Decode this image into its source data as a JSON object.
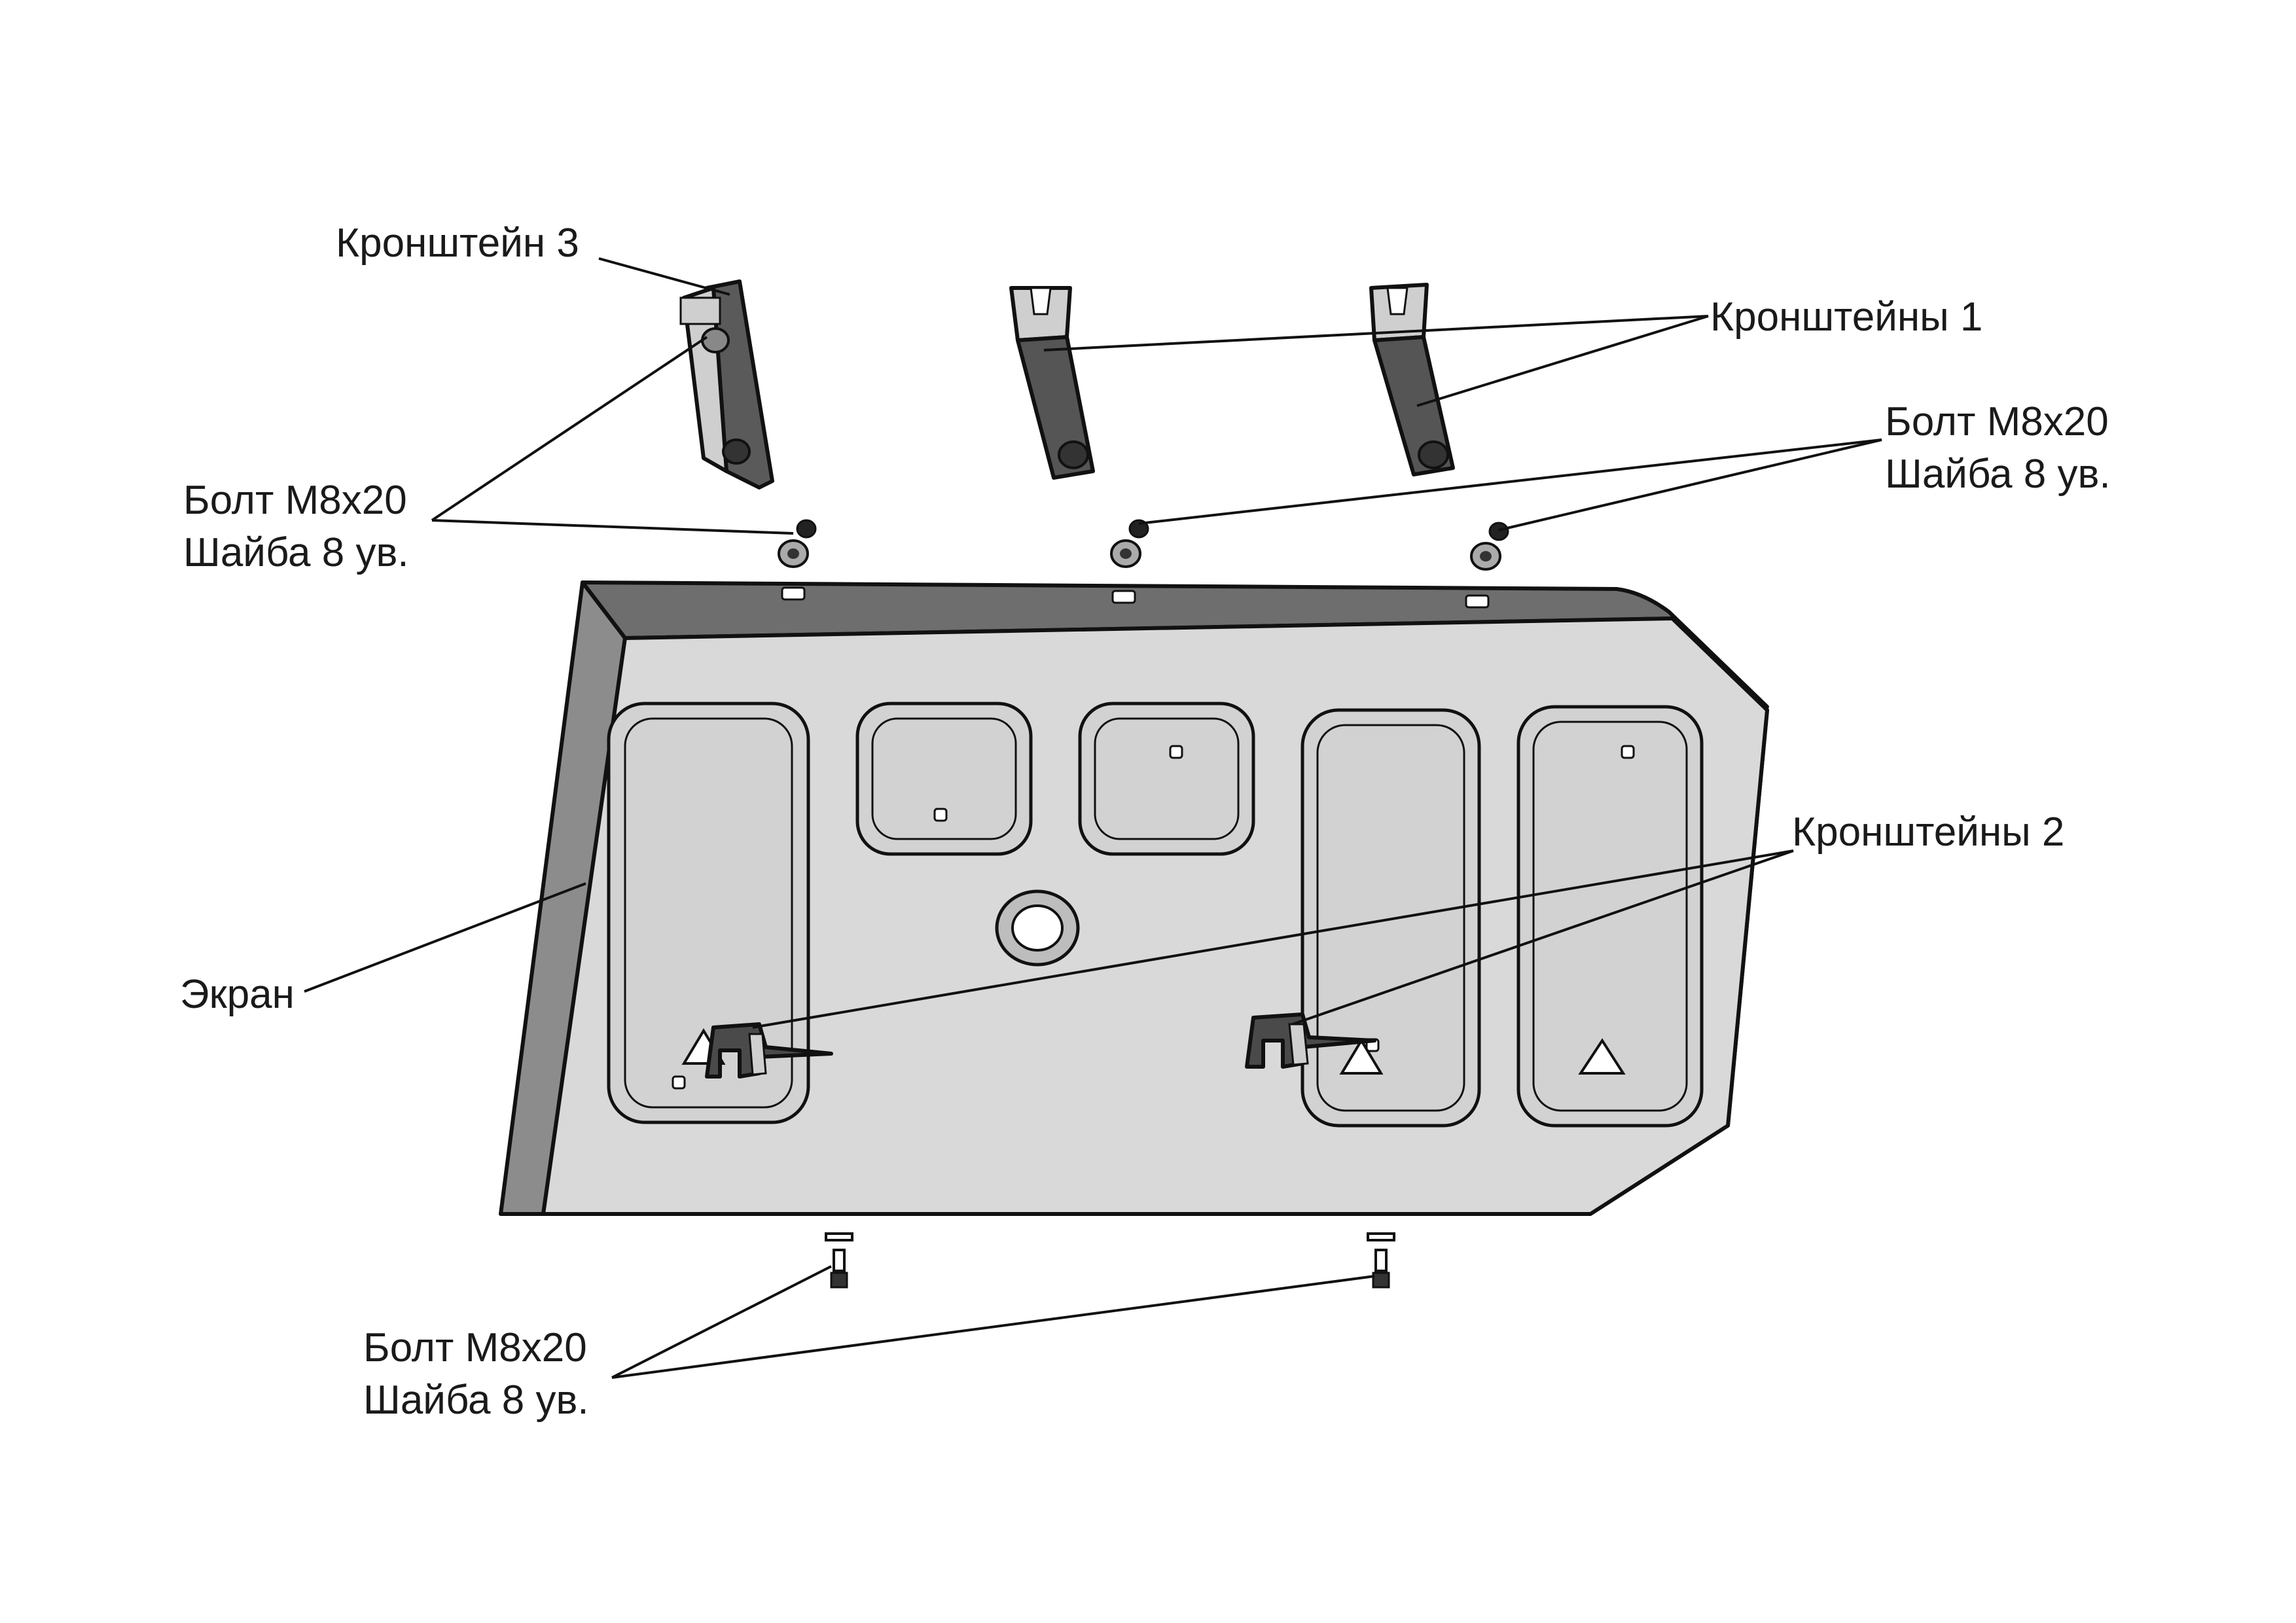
{
  "labels": {
    "bracket3": "Кронштейн 3",
    "brackets1": "Кронштейны 1",
    "bolt_left_line1": "Болт М8х20",
    "bolt_left_line2": "Шайба 8 ув.",
    "bolt_right_line1": "Болт М8х20",
    "bolt_right_line2": "Шайба 8 ув.",
    "brackets2": "Кронштейны 2",
    "screen": "Экран",
    "bolt_bottom_line1": "Болт М8х20",
    "bolt_bottom_line2": "Шайба 8 ув."
  },
  "colors": {
    "plate_face": "#d9d9d9",
    "plate_edge": "#7a7a7a",
    "bracket_dark": "#555555",
    "bracket_light": "#cfcfcf",
    "line": "#111111"
  }
}
